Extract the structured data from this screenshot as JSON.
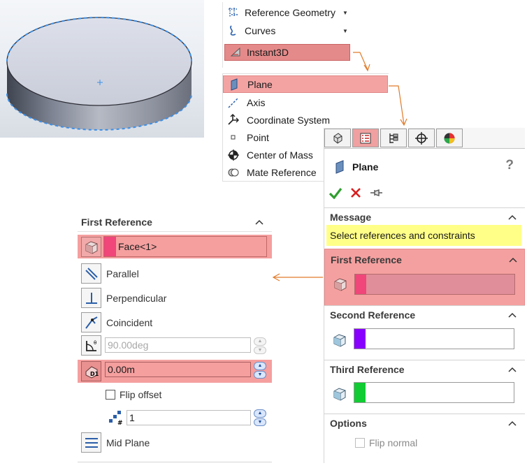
{
  "menu_top": {
    "items": [
      {
        "label": "Reference Geometry",
        "icon": "reference-geometry-icon",
        "has_submenu": true
      },
      {
        "label": "Curves",
        "icon": "curves-icon",
        "has_submenu": true
      },
      {
        "label": "Instant3D",
        "icon": "instant3d-icon",
        "highlighted": true
      }
    ]
  },
  "menu_refgeom": {
    "items": [
      {
        "label": "Plane",
        "icon": "plane-icon",
        "highlighted": true
      },
      {
        "label": "Axis",
        "icon": "axis-icon"
      },
      {
        "label": "Coordinate System",
        "icon": "coordinate-system-icon"
      },
      {
        "label": "Point",
        "icon": "point-icon"
      },
      {
        "label": "Center of Mass",
        "icon": "center-of-mass-icon"
      },
      {
        "label": "Mate Reference",
        "icon": "mate-reference-icon"
      }
    ]
  },
  "property_manager": {
    "title": "Plane",
    "help": "?",
    "tabs": [
      "feature-manager-tab",
      "property-manager-tab",
      "configuration-manager-tab",
      "dimxpert-tab",
      "display-manager-tab"
    ],
    "message_header": "Message",
    "message": "Select references and constraints",
    "first_reference": {
      "header": "First Reference",
      "color": "#f0467a"
    },
    "second_reference": {
      "header": "Second Reference",
      "color": "#8800ff"
    },
    "third_reference": {
      "header": "Third Reference",
      "color": "#11cc33"
    },
    "options_header": "Options",
    "flip_normal": "Flip normal"
  },
  "first_reference_panel": {
    "header": "First Reference",
    "selection": "Face<1>",
    "constraints": {
      "parallel": "Parallel",
      "perpendicular": "Perpendicular",
      "coincident": "Coincident"
    },
    "angle": "90.00deg",
    "distance": "0.00m",
    "flip_offset": "Flip offset",
    "instances": "1",
    "mid_plane": "Mid Plane"
  },
  "colors": {
    "highlight": "#f5a0a0",
    "callout": "#e07b2a",
    "message_bg": "#ffff88"
  }
}
